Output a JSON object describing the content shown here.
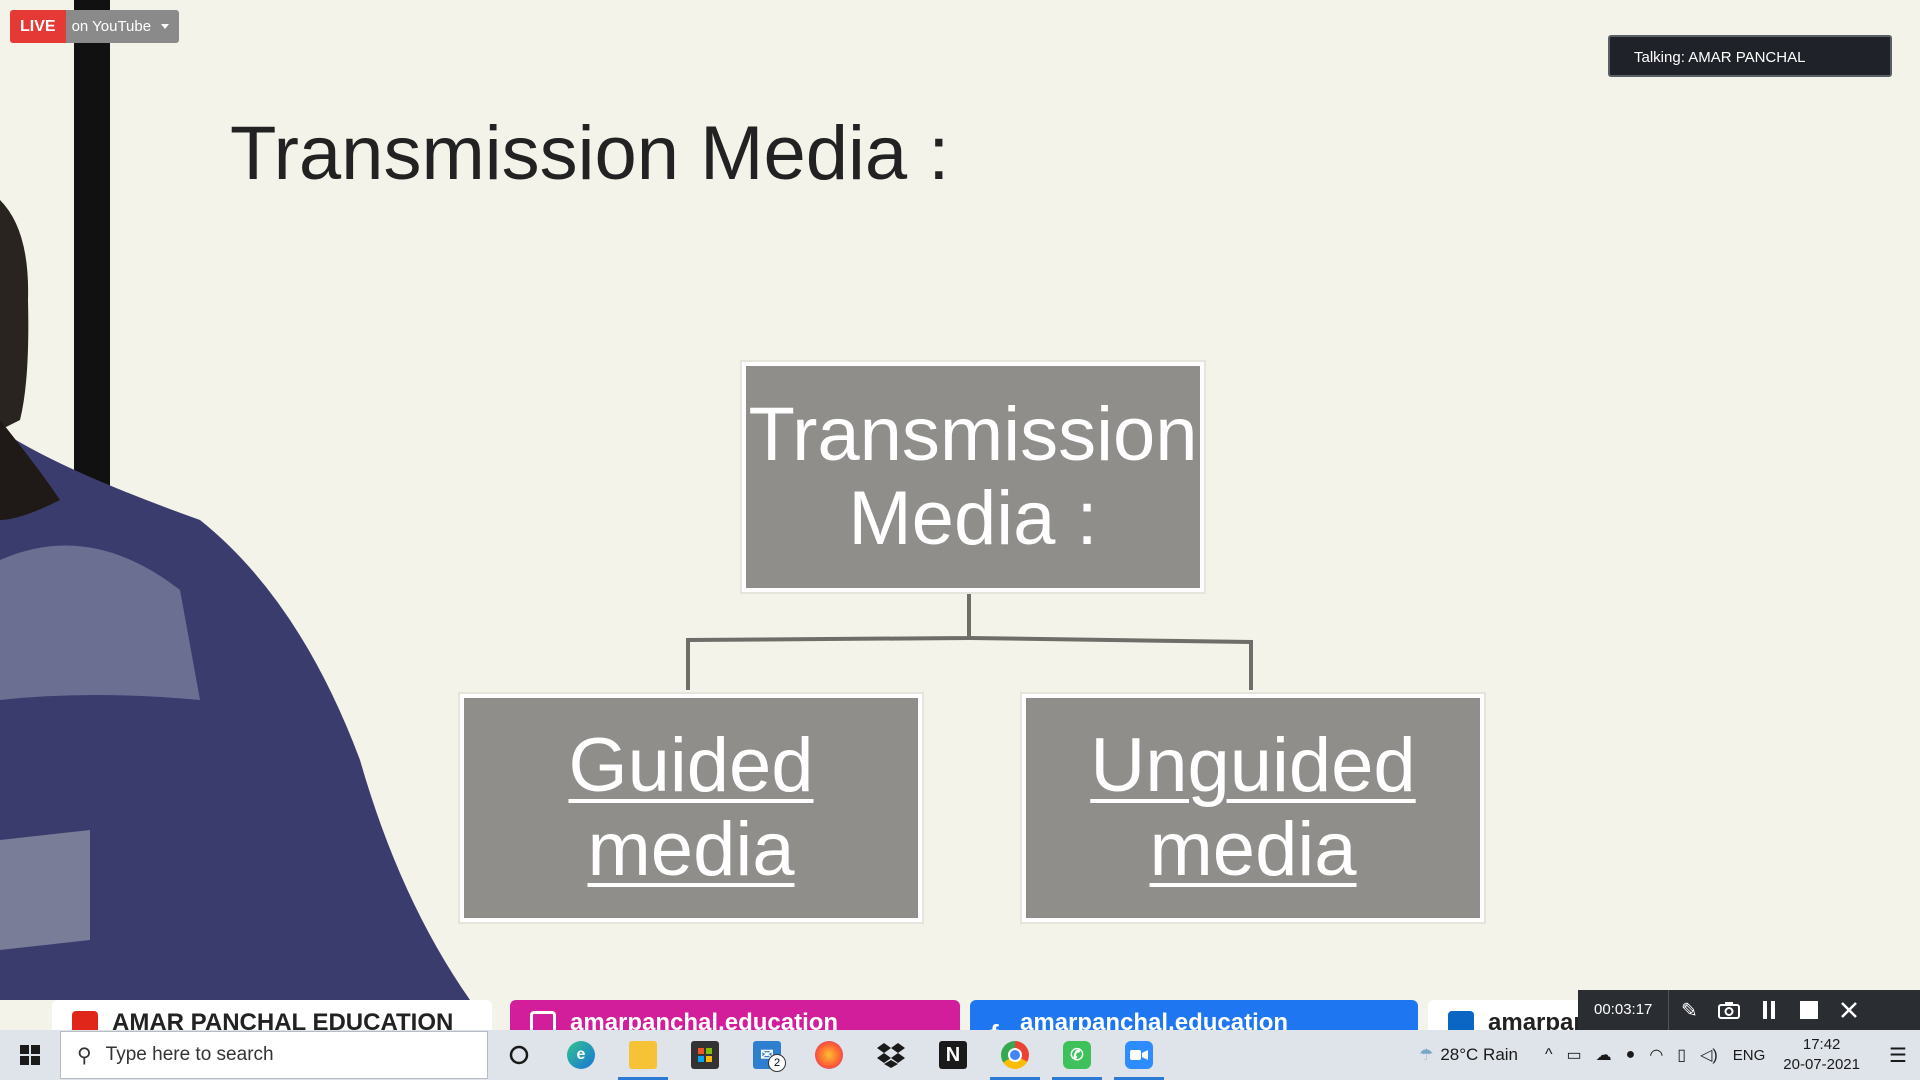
{
  "live": {
    "badge": "LIVE",
    "target": "on YouTube"
  },
  "talking": {
    "text": "Talking: AMAR PANCHAL"
  },
  "slide": {
    "title": "Transmission Media :",
    "root": {
      "line1": "Transmission",
      "line2": "Media :"
    },
    "left": {
      "line1": "Guided",
      "line2": "media"
    },
    "right": {
      "line1": "Unguided",
      "line2": "media"
    }
  },
  "social": {
    "youtube": "AMAR PANCHAL EDUCATION",
    "instagram": "amarpanchal.education",
    "facebook": "amarpanchal.education",
    "linkedin": "amarpanchal.education"
  },
  "recording": {
    "time": "00:03:17"
  },
  "taskbar": {
    "search_placeholder": "Type here to search",
    "mail_badge": "2",
    "weather": "28°C  Rain",
    "language": "ENG",
    "time": "17:42",
    "date": "20-07-2021"
  },
  "colors": {
    "live": "#e53935",
    "instagram": "#d31e9c",
    "facebook": "#1e77f0",
    "accent": "#2a7ad6"
  }
}
